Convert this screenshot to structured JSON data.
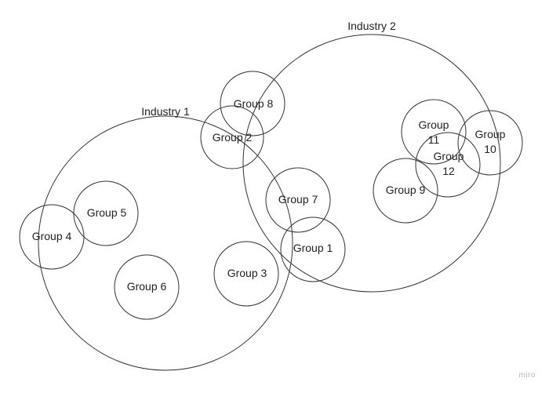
{
  "industries": [
    {
      "id": "industry1",
      "label": "Industry 1"
    },
    {
      "id": "industry2",
      "label": "Industry 2"
    }
  ],
  "groups": [
    {
      "id": "g1",
      "lines": [
        "Group 1"
      ]
    },
    {
      "id": "g2",
      "lines": [
        "Group 2"
      ]
    },
    {
      "id": "g3",
      "lines": [
        "Group 3"
      ]
    },
    {
      "id": "g4",
      "lines": [
        "Group 4"
      ]
    },
    {
      "id": "g5",
      "lines": [
        "Group 5"
      ]
    },
    {
      "id": "g6",
      "lines": [
        "Group 6"
      ]
    },
    {
      "id": "g7",
      "lines": [
        "Group 7"
      ]
    },
    {
      "id": "g8",
      "lines": [
        "Group 8"
      ]
    },
    {
      "id": "g9",
      "lines": [
        "Group 9"
      ]
    },
    {
      "id": "g10",
      "lines": [
        "Group",
        "10"
      ]
    },
    {
      "id": "g11",
      "lines": [
        "Group",
        "11"
      ]
    },
    {
      "id": "g12",
      "lines": [
        "Group",
        "12"
      ]
    }
  ],
  "watermark": "miro"
}
